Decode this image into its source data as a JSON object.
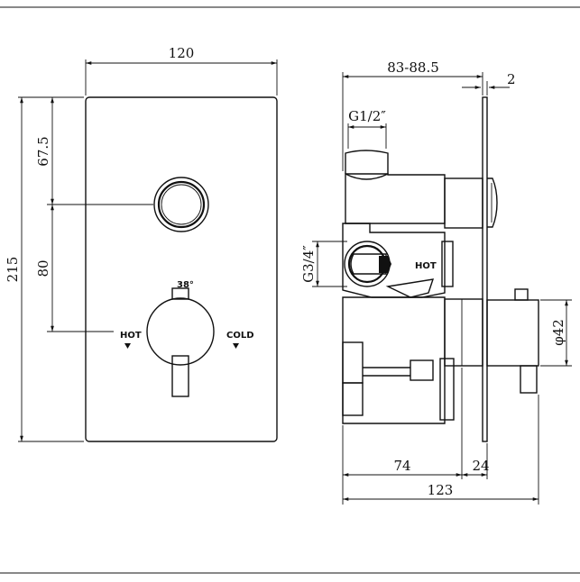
{
  "front_view": {
    "width_label": "120",
    "height_label": "215",
    "top_to_button_label": "67.5",
    "button_to_knob_label": "80",
    "temp_label": "38°",
    "hot_label": "HOT",
    "cold_label": "COLD"
  },
  "side_view": {
    "depth_range_label": "83-88.5",
    "plate_thickness_label": "2",
    "top_thread_label": "G1/2″",
    "side_thread_label": "G3/4″",
    "hot_label": "HOT",
    "diameter_label": "φ42",
    "body_depth_label": "74",
    "trim_depth_label": "24",
    "total_depth_label": "123"
  }
}
